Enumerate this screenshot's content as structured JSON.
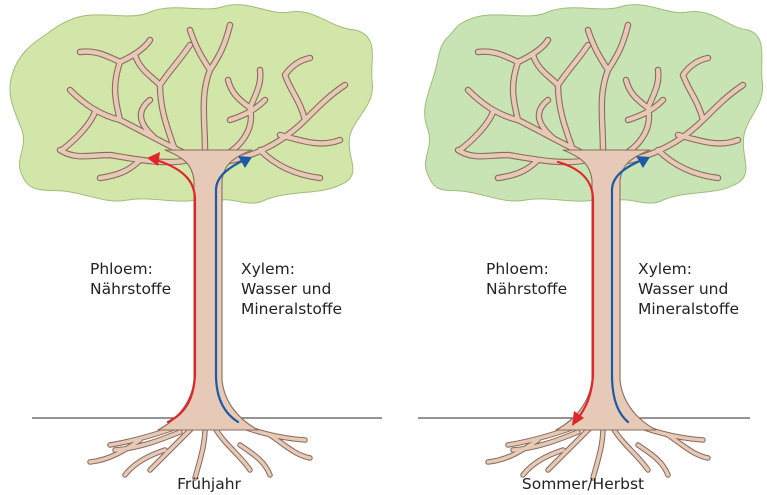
{
  "colors": {
    "crown_spring": "#d3e6a9",
    "crown_autumn": "#c8e4b4",
    "crown_outline": "#9fbd7a",
    "trunk_fill": "#e6c9b6",
    "trunk_outline": "#8a6c5c",
    "phloem": "#e0262b",
    "xylem": "#1c5aa6",
    "ground": "#555555"
  },
  "trees": [
    {
      "caption": "Frühjahr",
      "phloem_label": [
        "Phloem:",
        "Nährstoffe"
      ],
      "xylem_label": [
        "Xylem:",
        "Wasser und",
        "Mineralstoffe"
      ],
      "phloem_direction": "up",
      "xylem_direction": "up"
    },
    {
      "caption": "Sommer/Herbst",
      "phloem_label": [
        "Phloem:",
        "Nährstoffe"
      ],
      "xylem_label": [
        "Xylem:",
        "Wasser und",
        "Mineralstoffe"
      ],
      "phloem_direction": "down",
      "xylem_direction": "up"
    }
  ]
}
